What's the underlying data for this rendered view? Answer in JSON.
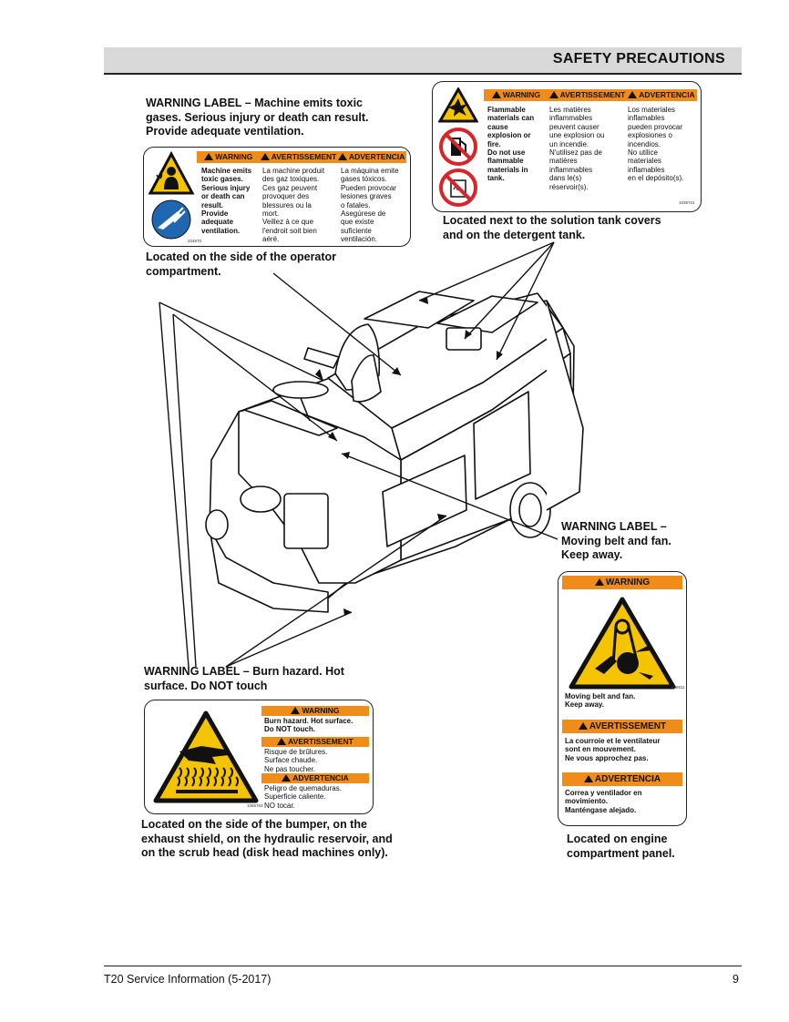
{
  "header": {
    "title": "SAFETY PRECAUTIONS"
  },
  "toxic_label": {
    "caption": [
      "WARNING LABEL – Machine emits toxic",
      "gases. Serious injury or death can result.",
      "Provide adequate ventilation."
    ],
    "bar": [
      "WARNING",
      "AVERTISSEMENT",
      "ADVERTENCIA"
    ],
    "col_en": [
      "Machine emits",
      "toxic gases.",
      "Serious injury",
      "or death can",
      "result.",
      "Provide",
      "adequate",
      "ventilation."
    ],
    "col_fr": [
      "La machine produit",
      "des gaz toxiques.",
      "Ces gaz peuvent",
      "provoquer des",
      "blessures ou la",
      "mort.",
      "Veillez à ce que",
      "l'endroit soit bien",
      "aéré."
    ],
    "col_es": [
      "La máquina emite",
      "gases tóxicos.",
      "Pueden provocar",
      "lesiones graves",
      "o fatales.",
      "Asegúrese de",
      "que existe",
      "suficiente",
      "ventilación."
    ],
    "part_no": "224670",
    "location": [
      "Located on the side of the operator",
      "compartment."
    ]
  },
  "flammable_label": {
    "bar": [
      "WARNING",
      "AVERTISSEMENT",
      "ADVERTENCIA"
    ],
    "col_en": [
      "Flammable",
      "materials can",
      "cause",
      "explosion or",
      "fire.",
      "Do not use",
      "flammable",
      "materials in",
      "tank."
    ],
    "col_fr": [
      "Les matières",
      "inflammables",
      "peuvent causer",
      "une explosion ou",
      "un incendie.",
      "N'utilisez pas de",
      "matières",
      "inflammables",
      "dans le(s)",
      "réservoir(s)."
    ],
    "col_es": [
      "Los materiales",
      "inflamables",
      "pueden provocar",
      "explosiones o",
      "incendios.",
      "No utilice",
      "materiales",
      "inflamables",
      "en el depósito(s)."
    ],
    "part_no": "1039721",
    "location": [
      "Located next to the solution tank covers",
      "and on the detergent tank."
    ]
  },
  "belt_label": {
    "caption": [
      "WARNING LABEL –",
      "Moving belt and fan.",
      "Keep away."
    ],
    "bar_warning": "WARNING",
    "text_en": [
      "Moving belt and fan.",
      "Keep away."
    ],
    "bar_fr": "AVERTISSEMENT",
    "text_fr": [
      "La courroie et le ventilateur",
      "sont en mouvement.",
      "Ne vous approchez pas."
    ],
    "bar_es": "ADVERTENCIA",
    "text_es": [
      "Correa y ventilador en",
      "movimiento.",
      "Manténgase alejado."
    ],
    "part_no": "608611",
    "location": [
      "Located on engine",
      "compartment panel."
    ]
  },
  "burn_label": {
    "caption": [
      "WARNING LABEL – Burn hazard. Hot",
      "surface. Do NOT touch"
    ],
    "bar_warning": "WARNING",
    "text_en": [
      "Burn hazard. Hot surface.",
      "Do NOT touch."
    ],
    "bar_fr": "AVERTISSEMENT",
    "text_fr": [
      "Risque de brûlures.",
      "Surface chaude.",
      "Ne pas toucher."
    ],
    "bar_es": "ADVERTENCIA",
    "text_es": [
      "Peligro de quemaduras.",
      "Superficie caliente.",
      "NO tocar."
    ],
    "part_no": "1055763",
    "location": [
      "Located on the side of the bumper, on the",
      "exhaust shield, on the hydraulic reservoir, and",
      "on the scrub head (disk head machines only)."
    ]
  },
  "footer": {
    "left": "T20 Service Information (5-2017)",
    "page": "9"
  },
  "colors": {
    "warning_orange": "#f08c1a",
    "symbol_yellow": "#f5c400",
    "mandatory_blue": "#1f67b1",
    "prohibit_red": "#d8242b"
  }
}
